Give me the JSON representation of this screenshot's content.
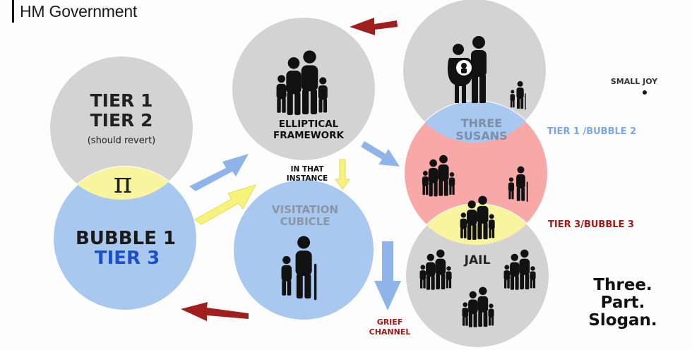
{
  "header": {
    "org": "HM Government"
  },
  "circles": {
    "left": {
      "tier_line1": "TIER 1",
      "tier_line2": "TIER 2",
      "note": "(should revert)",
      "overlap_symbol": "π",
      "bubble_line": "BUBBLE 1",
      "tier3_line": "TIER 3"
    },
    "elliptical": {
      "line1": "ELLIPTICAL",
      "line2": "FRAMEWORK"
    },
    "visitation": {
      "line1": "VISITATION",
      "line2": "CUBICLE"
    },
    "susans": {
      "line1": "THREE",
      "line2": "SUSANS"
    },
    "jail": {
      "label": "JAIL"
    }
  },
  "labels": {
    "in_that_instance_1": "IN THAT",
    "in_that_instance_2": "INSTANCE",
    "grief_1": "GRIEF",
    "grief_2": "CHANNEL",
    "small_joy": "SMALL JOY",
    "tier1_bubble2": "TIER 1 /BUBBLE 2",
    "tier3_bubble3": "TIER 3/BUBBLE 3"
  },
  "slogan": {
    "line1": "Three.",
    "line2": "Part.",
    "line3": "Slogan."
  },
  "colors": {
    "grey_circle": "#d3d3d3",
    "blue_circle": "#a9c8f0",
    "pink_circle": "#f9a8a8",
    "yellow_overlap": "#f8f59e",
    "dark_red_arrow": "#a01e1e",
    "blue_arrow": "#8fb4ea",
    "yellow_arrow": "#f7f27a",
    "tier3_blue_text": "#1c4fc9",
    "label_blue": "#79a6e8",
    "label_red": "#a31818"
  },
  "icons": [
    "family-icon",
    "pregnant-couple-icon",
    "grandparent-child-icon",
    "jail-family-icon"
  ]
}
